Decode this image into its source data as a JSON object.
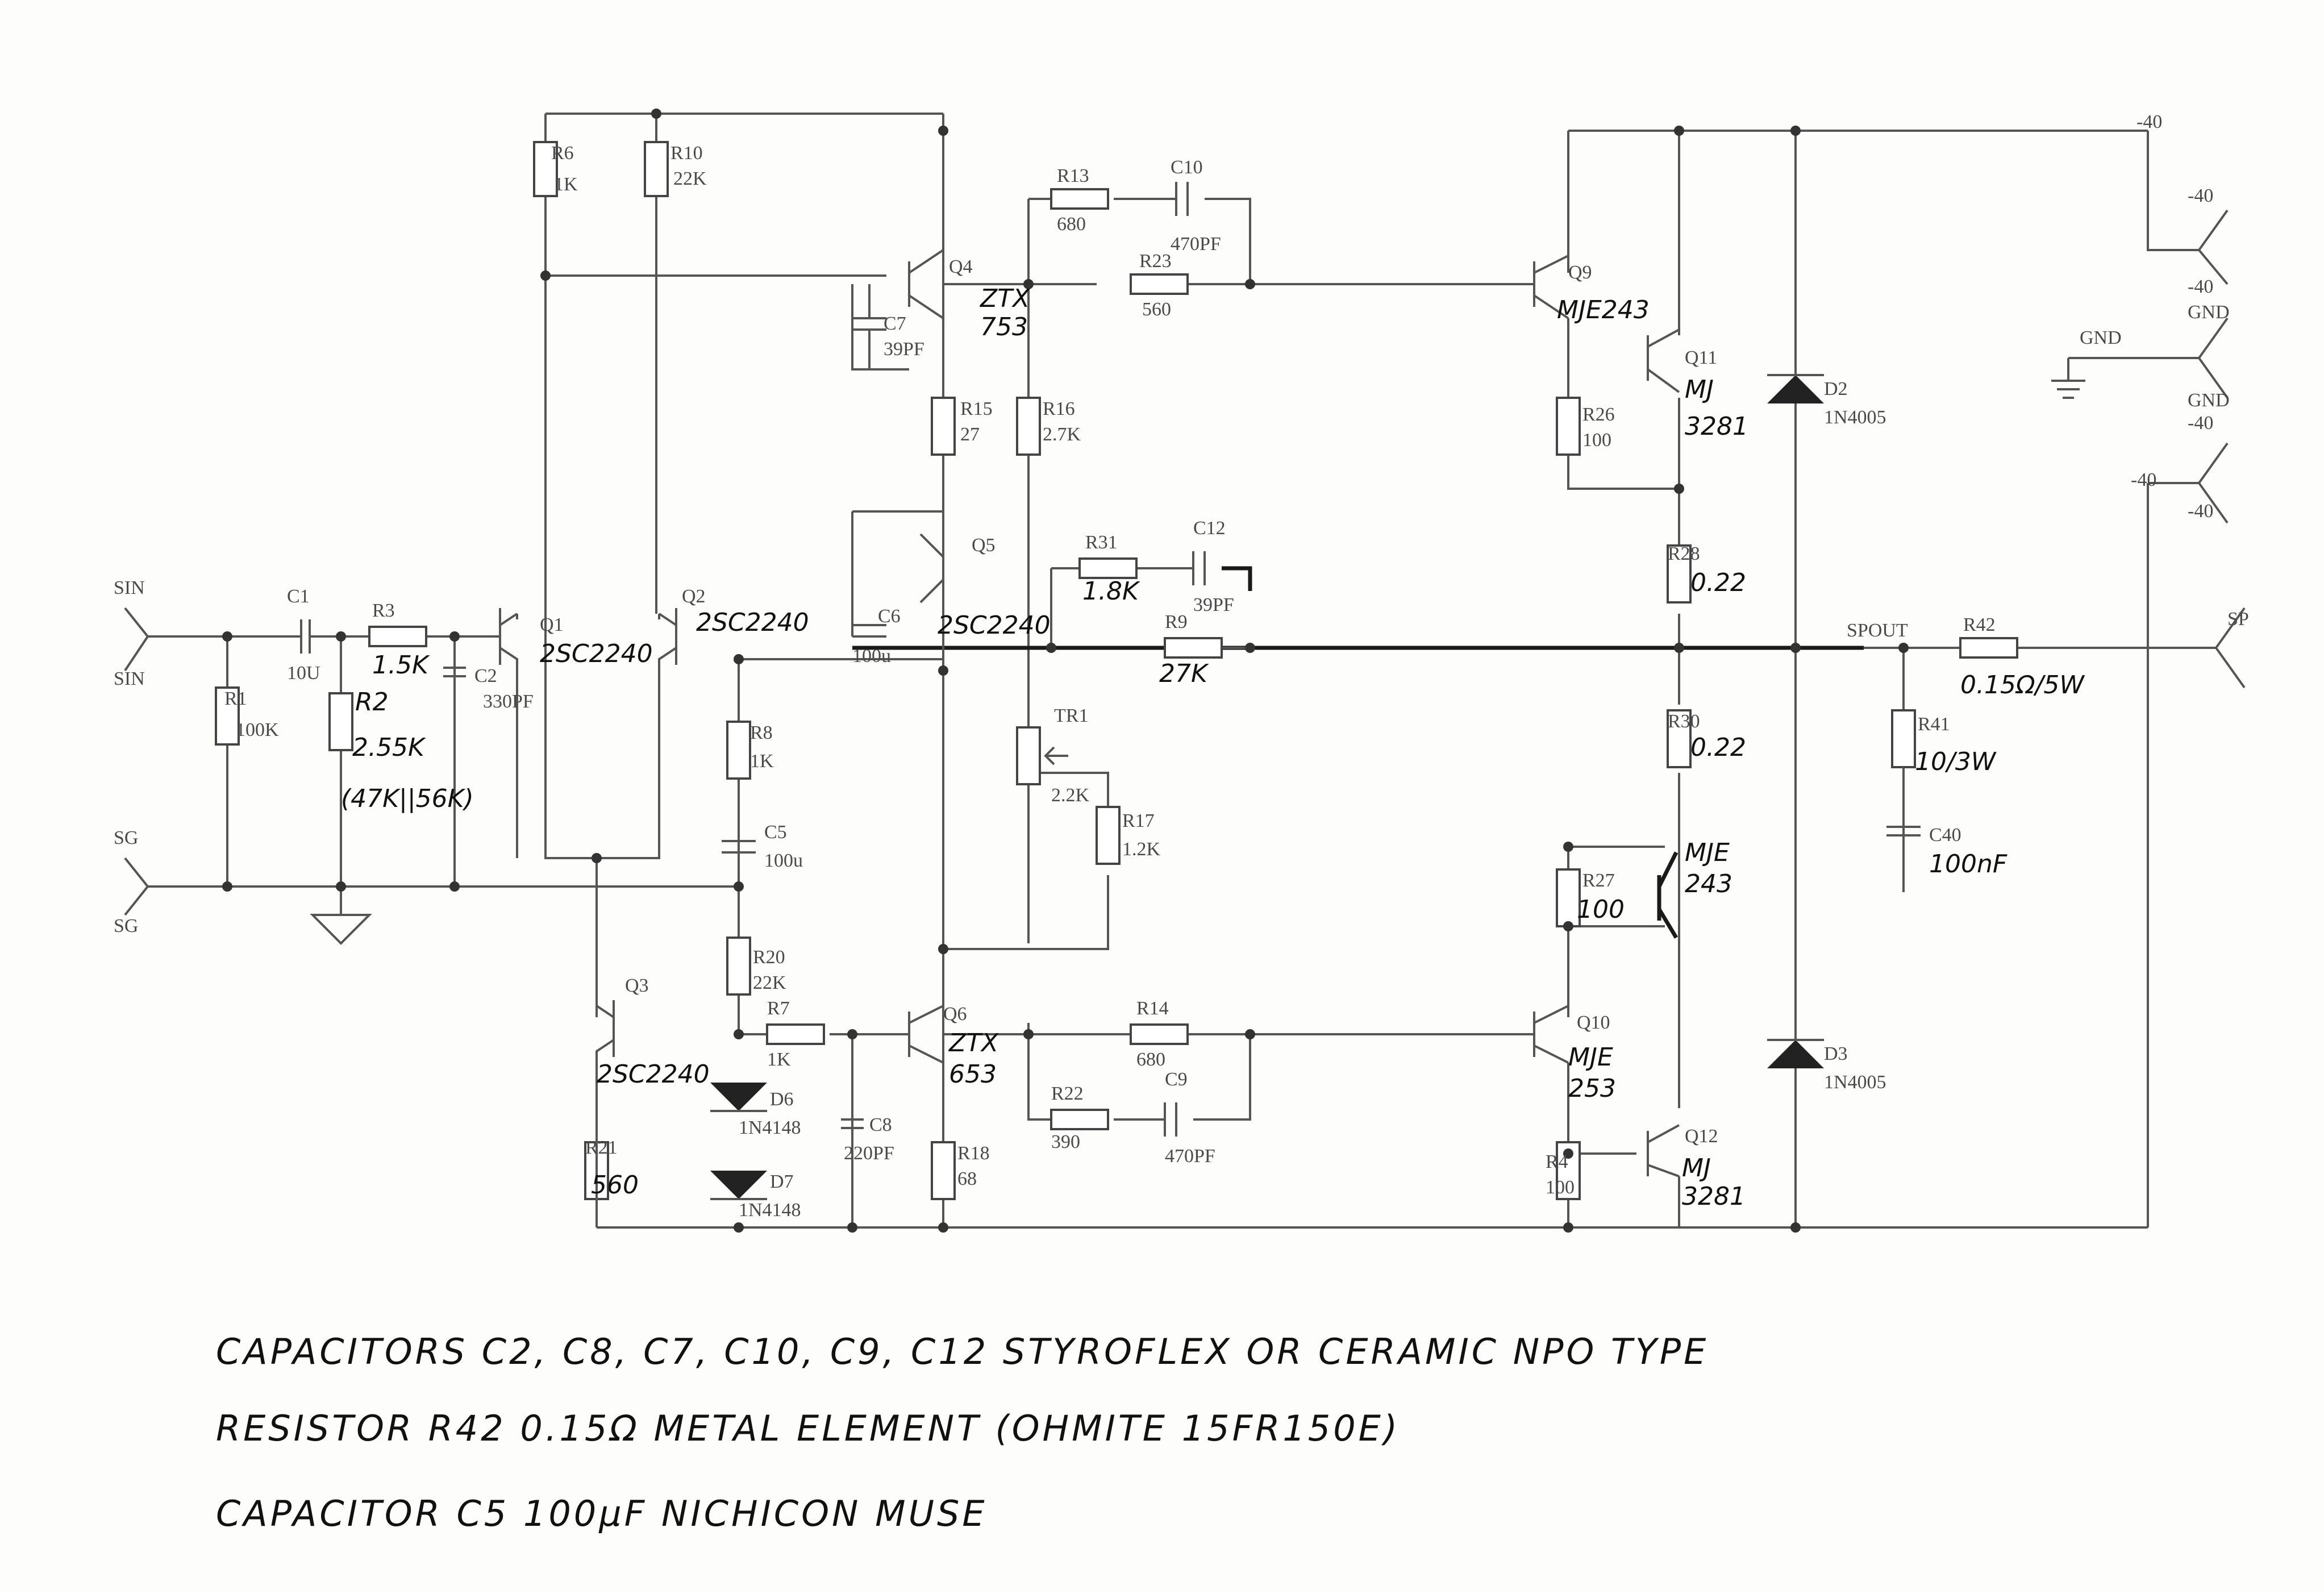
{
  "ports": {
    "sin_top": "SIN",
    "sin_bot": "SIN",
    "sg_top": "SG",
    "sg_bot": "SG",
    "sp": "SP",
    "spout": "SPOUT",
    "supply": [
      "-40",
      "-40",
      "-40",
      "GND",
      "GND",
      "-40",
      "-40",
      "-40"
    ],
    "gnd_symbol": "GND"
  },
  "labels": {
    "c1": "C1",
    "c1v": "10U",
    "r1": "R1",
    "r1v": "100K",
    "r3": "R3",
    "r3v": "1.5K",
    "r2": "R2",
    "r2v": "2.55K",
    "r2alt": "(47K||56K)",
    "c2": "C2",
    "c2v": "330PF",
    "q1": "Q1",
    "q1t": "2SC2240",
    "q2": "Q2",
    "q2t": "2SC2240",
    "r6": "R6",
    "r6v": "1K",
    "r10": "R10",
    "r10v": "22K",
    "r8": "R8",
    "r8v": "1K",
    "c5": "C5",
    "c5v": "100u",
    "r20": "R20",
    "r20v": "22K",
    "r7": "R7",
    "r7v": "1K",
    "q3": "Q3",
    "q3t": "2SC2240",
    "d6": "D6",
    "d6v": "1N4148",
    "d7": "D7",
    "d7v": "1N4148",
    "r21": "R21",
    "r21v": "560",
    "c8": "C8",
    "c8v": "220PF",
    "q4": "Q4",
    "q4t1": "ZTX",
    "q4t2": "753",
    "c7": "C7",
    "c7v": "39PF",
    "r13": "R13",
    "r13v": "680",
    "c10": "C10",
    "c10v": "470PF",
    "r23": "R23",
    "r23v": "560",
    "r15": "R15",
    "r15v": "27",
    "r16": "R16",
    "r16v": "2.7K",
    "q5": "Q5",
    "q5t": "2SC2240",
    "c6": "C6",
    "c6v": "100u",
    "r31": "R31",
    "r31v": "1.8K",
    "c12": "C12",
    "c12v": "39PF",
    "r9": "R9",
    "r9v": "27K",
    "tr1": "TR1",
    "tr1v": "2.2K",
    "r17": "R17",
    "r17v": "1.2K",
    "q6": "Q6",
    "q6t1": "ZTX",
    "q6t2": "653",
    "r18": "R18",
    "r18v": "68",
    "r14": "R14",
    "r14v": "680",
    "r22": "R22",
    "r22v": "390",
    "c9": "C9",
    "c9v": "470PF",
    "q9": "Q9",
    "q9t": "MJE243",
    "q11": "Q11",
    "q11t1": "MJ",
    "q11t2": "3281",
    "r26": "R26",
    "r26v": "100",
    "d2": "D2",
    "d2v": "1N4005",
    "r28": "R28",
    "r28v": "0.22",
    "r30": "R30",
    "r30v": "0.22",
    "r27": "R27",
    "r27v": "100",
    "vbe_t1": "MJE",
    "vbe_t2": "243",
    "q10": "Q10",
    "q10t1": "MJE",
    "q10t2": "253",
    "r4": "R4",
    "r4v": "100",
    "q12": "Q12",
    "q12t1": "MJ",
    "q12t2": "3281",
    "d3": "D3",
    "d3v": "1N4005",
    "r42": "R42",
    "r42v": "0.15Ω/5W",
    "r41": "R41",
    "r41v": "10/3W",
    "c40": "C40",
    "c40v": "100nF"
  },
  "notes": {
    "line1": "CAPACITORS C2, C8, C7, C10, C9, C12 STYROFLEX OR CERAMIC NPO TYPE",
    "line2": "RESISTOR R42 0.15Ω METAL ELEMENT (OHMITE 15FR150E)",
    "line3": "CAPACITOR C5 100μF NICHICON MUSE"
  }
}
